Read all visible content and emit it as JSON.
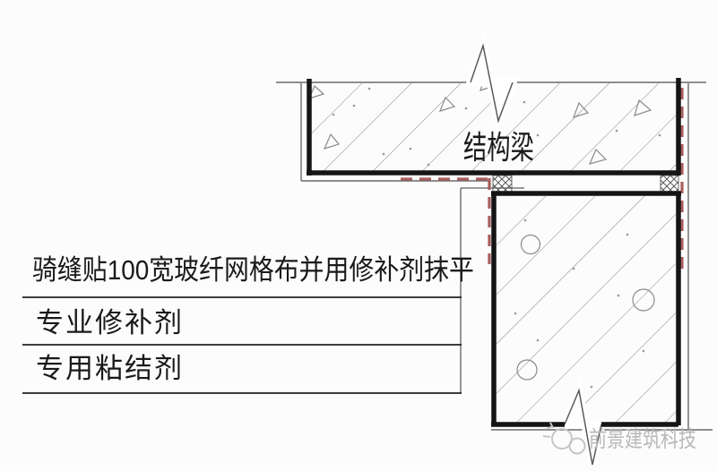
{
  "diagram": {
    "title_label": "结构梁",
    "callouts": [
      {
        "label": "骑缝贴100宽玻纤网格布并用修补剂抹平"
      },
      {
        "label": "专业修补剂"
      },
      {
        "label": "专用粘结剂"
      }
    ],
    "watermark": {
      "text": "前景建筑科技"
    },
    "colors": {
      "outline": "#151515",
      "thin_line": "#6a6a6a",
      "hatch": "#8f8f8f",
      "red_dash": "#a85d5d",
      "watermark_gray": "#b8b8b8"
    }
  }
}
